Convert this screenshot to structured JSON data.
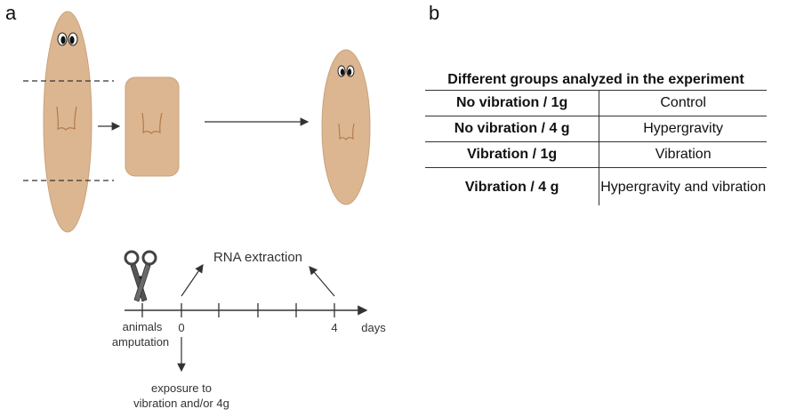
{
  "panel_a": {
    "label": "a",
    "rna_label": "RNA extraction",
    "scissors_label_line1": "animals",
    "scissors_label_line2": "amputation",
    "tick_start": "0",
    "tick_end": "4",
    "axis_unit": "days",
    "exposure_line1": "exposure to",
    "exposure_line2": "vibration and/or 4g"
  },
  "panel_b": {
    "label": "b",
    "table_title": "Different groups analyzed in the experiment",
    "rows": [
      {
        "group": "No vibration / 1g",
        "condition": "Control"
      },
      {
        "group": "No vibration / 4 g",
        "condition": "Hypergravity"
      },
      {
        "group": "Vibration / 1g",
        "condition": "Vibration"
      },
      {
        "group": "Vibration / 4 g",
        "condition": "Hypergravity and vibration"
      }
    ]
  },
  "colors": {
    "planarian_fill": "#dcb690",
    "planarian_stroke": "#c9a27c",
    "line": "#333333"
  }
}
